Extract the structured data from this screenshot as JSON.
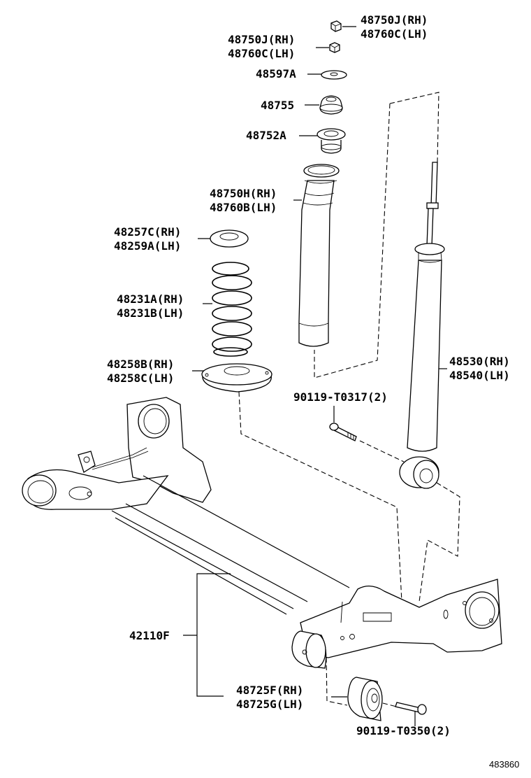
{
  "diagram": {
    "title": "Rear suspension - axle beam, coil spring & shock absorber",
    "reference_number": "483860",
    "callouts": [
      {
        "id": "nut-upper",
        "lines": [
          "48750J(RH)",
          "48760C(LH)"
        ]
      },
      {
        "id": "nut-lower",
        "lines": [
          "48750J(RH)",
          "48760C(LH)"
        ]
      },
      {
        "id": "washer",
        "lines": [
          "48597A"
        ]
      },
      {
        "id": "cushion-upper",
        "lines": [
          "48755"
        ]
      },
      {
        "id": "cushion-lower",
        "lines": [
          "48752A"
        ]
      },
      {
        "id": "bumper-boot",
        "lines": [
          "48750H(RH)",
          "48760B(LH)"
        ]
      },
      {
        "id": "spring-insulator-upper",
        "lines": [
          "48257C(RH)",
          "48259A(LH)"
        ]
      },
      {
        "id": "coil-spring",
        "lines": [
          "48231A(RH)",
          "48231B(LH)"
        ]
      },
      {
        "id": "spring-insulator-lower",
        "lines": [
          "48258B(RH)",
          "48258C(LH)"
        ]
      },
      {
        "id": "shock-absorber",
        "lines": [
          "48530(RH)",
          "48540(LH)"
        ]
      },
      {
        "id": "shock-bolt",
        "lines": [
          "90119-T0317(2)"
        ]
      },
      {
        "id": "axle-beam",
        "lines": [
          "42110F"
        ]
      },
      {
        "id": "axle-bushing",
        "lines": [
          "48725F(RH)",
          "48725G(LH)"
        ]
      },
      {
        "id": "bushing-bolt",
        "lines": [
          "90119-T0350(2)"
        ]
      }
    ]
  }
}
